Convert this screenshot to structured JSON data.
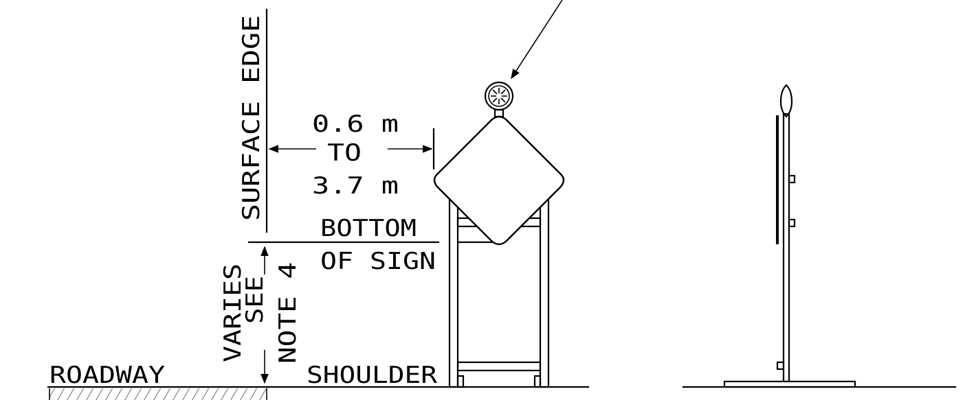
{
  "labels": {
    "surface_edge": "SURFACE EDGE",
    "dist_top": "0.6 m",
    "dist_mid": "TO",
    "dist_bot": "3.7 m",
    "bottom": "BOTTOM",
    "of_sign": "OF SIGN",
    "varies": "VARIES",
    "see": "SEE",
    "note": "NOTE 4",
    "roadway": "ROADWAY",
    "shoulder": "SHOULDER"
  }
}
